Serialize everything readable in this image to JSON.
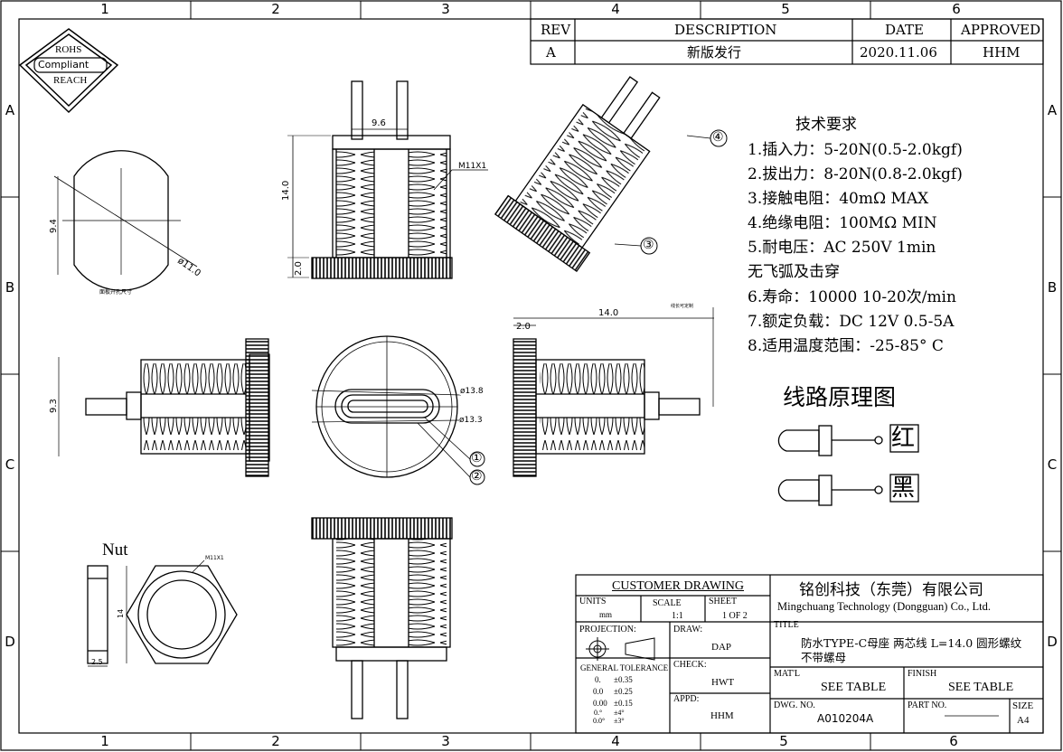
{
  "border_zones": {
    "columns": [
      "1",
      "2",
      "3",
      "4",
      "5",
      "6"
    ],
    "rows": [
      "A",
      "B",
      "C",
      "D"
    ]
  },
  "rohs_badge": {
    "line1": "ROHS",
    "line2": "Compliant",
    "line3": "REACH"
  },
  "revision": {
    "headers": {
      "rev": "REV",
      "description": "DESCRIPTION",
      "date": "DATE",
      "approved": "APPROVED"
    },
    "row": {
      "rev": "A",
      "description": "新版发行",
      "date": "2020.11.06",
      "approved": "HHM"
    }
  },
  "tech_requirements": {
    "title": "技术要求",
    "items": [
      "1.插入力：5-20N(0.5-2.0kgf)",
      "2.拔出力：8-20N(0.8-2.0kgf)",
      "3.接触电阻：40mΩ MAX",
      "4.绝缘电阻：100MΩ MIN",
      "5.耐电压：AC 250V 1min",
      "无飞弧及击穿",
      "6.寿命：10000 10-20次/min",
      "7.额定负载：DC 12V 0.5-5A",
      "8.适用温度范围：-25-85° C"
    ]
  },
  "circuit": {
    "title": "线路原理图",
    "wire1": "红",
    "wire2": "黑"
  },
  "dimensions": {
    "width_top": "9.6",
    "height": "14.0",
    "flange": "2.0",
    "thread": "M11X1",
    "panel_width": "9.4",
    "panel_dia": "ø11.0",
    "panel_caption": "面板开孔尺寸",
    "side_height": "9.3",
    "side_length": "14.0",
    "side_flange": "2.0",
    "side_note": "线长可定制",
    "front_dia1": "ø13.8",
    "front_dia2": "ø13.3",
    "nut_label": "Nut",
    "nut_thread": "M11X1",
    "nut_height": "14",
    "nut_thick": "2.5"
  },
  "callouts": {
    "c1": "①",
    "c2": "②",
    "c3": "③",
    "c4": "④"
  },
  "title_block": {
    "customer_drawing": "CUSTOMER DRAWING",
    "company_cn": "铭创科技（东莞）有限公司",
    "company_en": "Mingchuang Technology (Dongguan) Co., Ltd.",
    "units_label": "UNITS",
    "units_value": "mm",
    "scale_label": "SCALE",
    "scale_value": "1:1",
    "sheet_label": "SHEET",
    "sheet_value": "1 OF 2",
    "title_label": "TITLE",
    "title_line1": "防水TYPE-C母座 两芯线 L=14.0 圆形螺纹",
    "title_line2": "不带螺母",
    "projection_label": "PROJECTION:",
    "draw_label": "DRAW:",
    "draw_value": "DAP",
    "check_label": "CHECK:",
    "check_value": "HWT",
    "appd_label": "APPD:",
    "appd_value": "HHM",
    "general_tol": "GENERAL  TOLERANCE",
    "tol_rows": [
      [
        "0.",
        "±0.35"
      ],
      [
        "0.0",
        "±0.25"
      ],
      [
        "0.00",
        "±0.15"
      ],
      [
        "0.°",
        "±4°"
      ],
      [
        "0.0°",
        "±3°"
      ]
    ],
    "mat_label": "MAT'L",
    "mat_value": "SEE TABLE",
    "finish_label": "FINISH",
    "finish_value": "SEE TABLE",
    "dwg_label": "DWG. NO.",
    "dwg_value": "A010204A",
    "part_label": "PART NO.",
    "part_value": "",
    "size_label": "SIZE",
    "size_value": "A4"
  }
}
